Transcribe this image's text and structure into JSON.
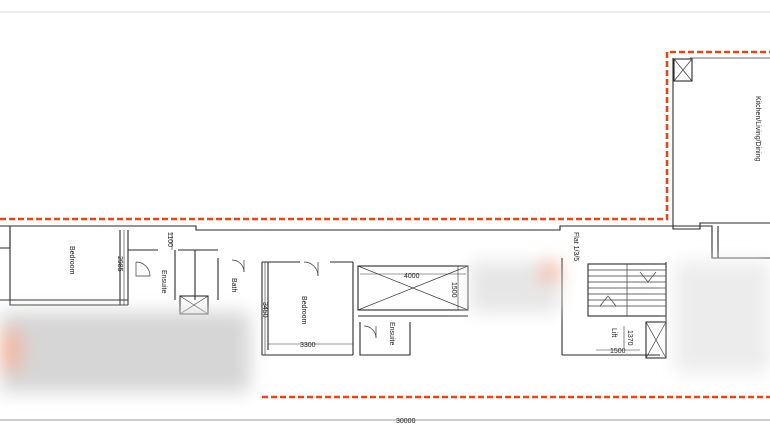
{
  "rooms": {
    "kitchen": "Kitchen/Living/Dining",
    "bedroom_left": "Bedroom",
    "ensuite_left": "Ensuite",
    "bath": "Bath",
    "bedroom_mid": "Bedroom",
    "ensuite_mid": "Ensuite",
    "flat": "Flat 1/3/5",
    "lift": "Lift"
  },
  "dimensions": {
    "d1100": "1100",
    "d2985": "2985",
    "d3450": "3450",
    "d3300": "3300",
    "d4000": "4000",
    "d1500_v": "1500",
    "d1370": "1370",
    "d1500_h": "1500",
    "d30000": "30000"
  },
  "colors": {
    "boundary": "#e2461a",
    "walls": "#2a2a2a",
    "blur": "#d9d9d9"
  }
}
